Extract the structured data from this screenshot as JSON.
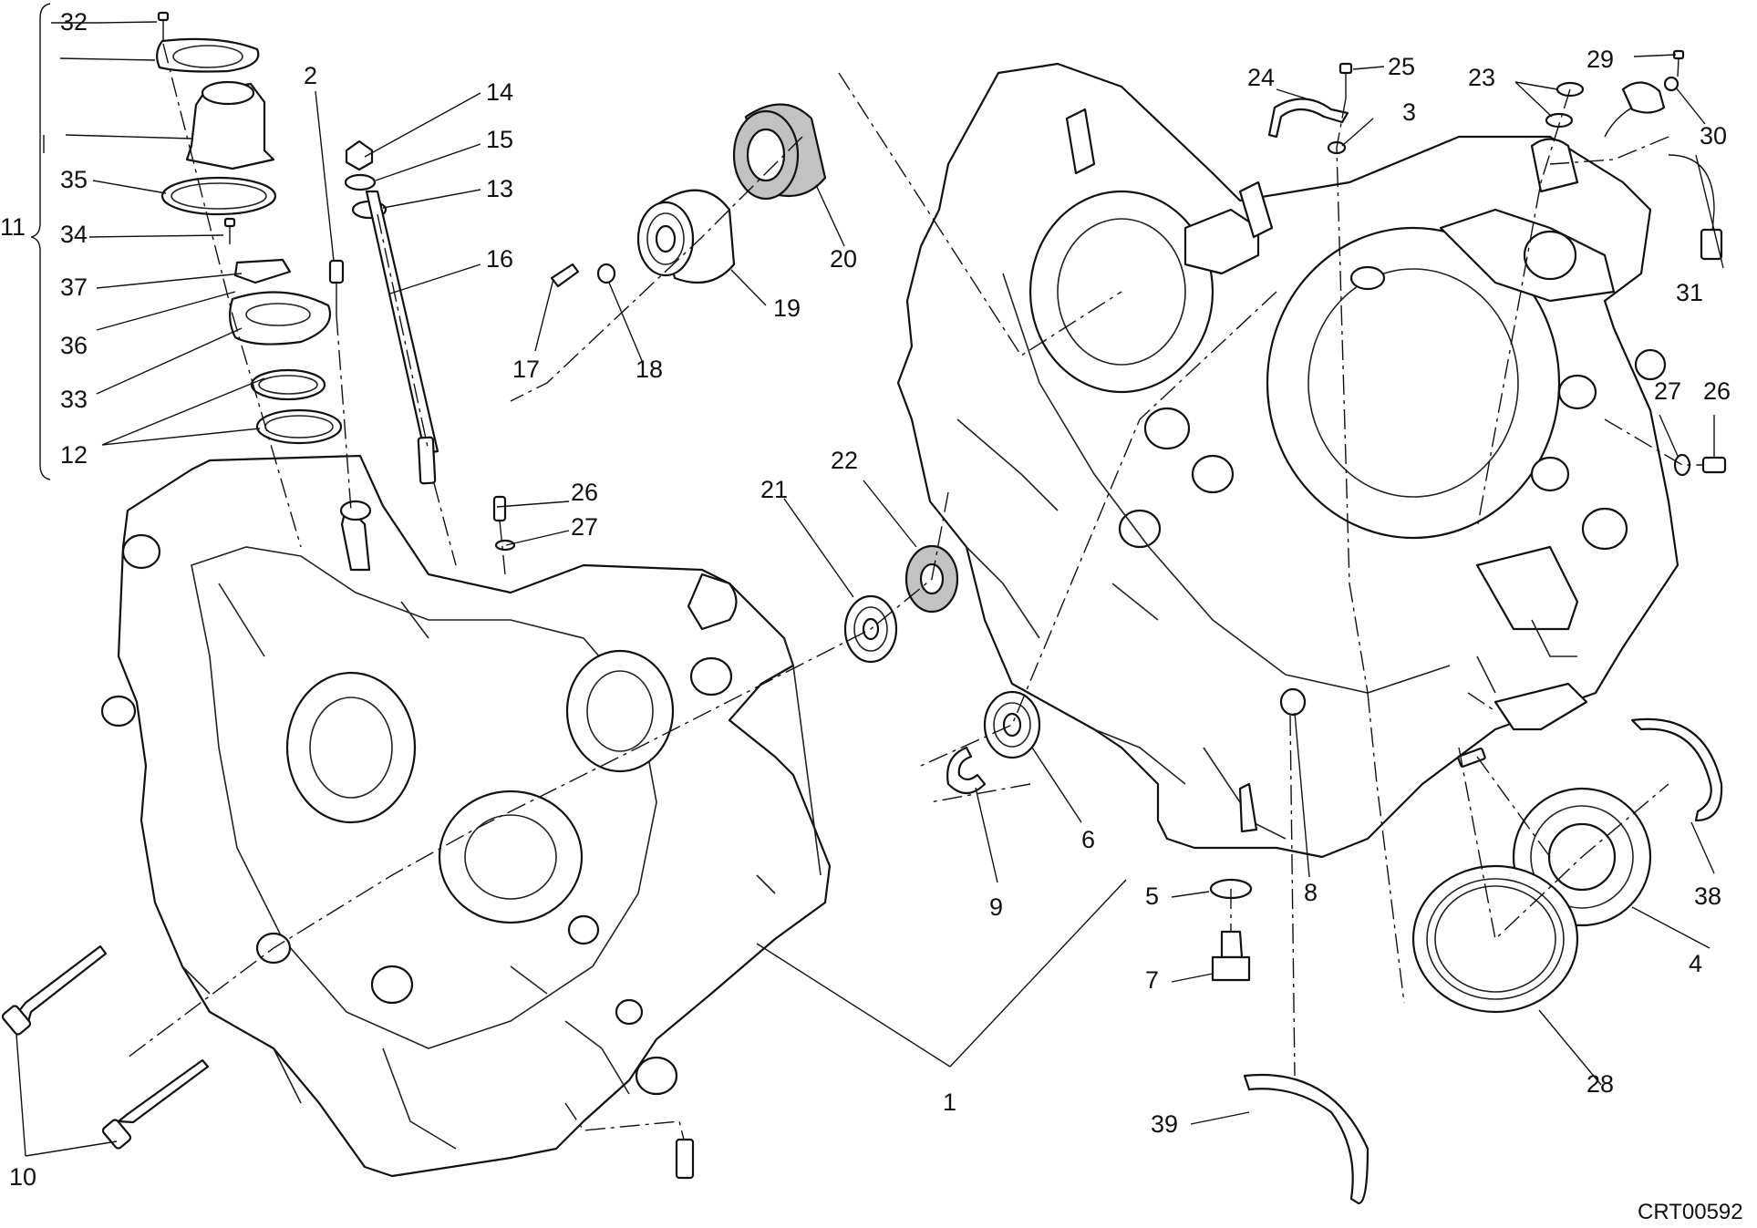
{
  "diagram": {
    "code": "CRT00592",
    "labels": [
      {
        "id": "32",
        "text": "32"
      },
      {
        "id": "2",
        "text": "2"
      },
      {
        "id": "14",
        "text": "14"
      },
      {
        "id": "15",
        "text": "15"
      },
      {
        "id": "13",
        "text": "13"
      },
      {
        "id": "16",
        "text": "16"
      },
      {
        "id": "11",
        "text": "11"
      },
      {
        "id": "35",
        "text": "35"
      },
      {
        "id": "34",
        "text": "34"
      },
      {
        "id": "37",
        "text": "37"
      },
      {
        "id": "36",
        "text": "36"
      },
      {
        "id": "33",
        "text": "33"
      },
      {
        "id": "12",
        "text": "12"
      },
      {
        "id": "20",
        "text": "20"
      },
      {
        "id": "19",
        "text": "19"
      },
      {
        "id": "17",
        "text": "17"
      },
      {
        "id": "18",
        "text": "18"
      },
      {
        "id": "26a",
        "text": "26"
      },
      {
        "id": "27a",
        "text": "27"
      },
      {
        "id": "21",
        "text": "21"
      },
      {
        "id": "22",
        "text": "22"
      },
      {
        "id": "24",
        "text": "24"
      },
      {
        "id": "25",
        "text": "25"
      },
      {
        "id": "3",
        "text": "3"
      },
      {
        "id": "23",
        "text": "23"
      },
      {
        "id": "29",
        "text": "29"
      },
      {
        "id": "30",
        "text": "30"
      },
      {
        "id": "31",
        "text": "31"
      },
      {
        "id": "27b",
        "text": "27"
      },
      {
        "id": "26b",
        "text": "26"
      },
      {
        "id": "6",
        "text": "6"
      },
      {
        "id": "9",
        "text": "9"
      },
      {
        "id": "8",
        "text": "8"
      },
      {
        "id": "5",
        "text": "5"
      },
      {
        "id": "7",
        "text": "7"
      },
      {
        "id": "1",
        "text": "1"
      },
      {
        "id": "38",
        "text": "38"
      },
      {
        "id": "4",
        "text": "4"
      },
      {
        "id": "28",
        "text": "28"
      },
      {
        "id": "39",
        "text": "39"
      },
      {
        "id": "10",
        "text": "10"
      }
    ]
  }
}
